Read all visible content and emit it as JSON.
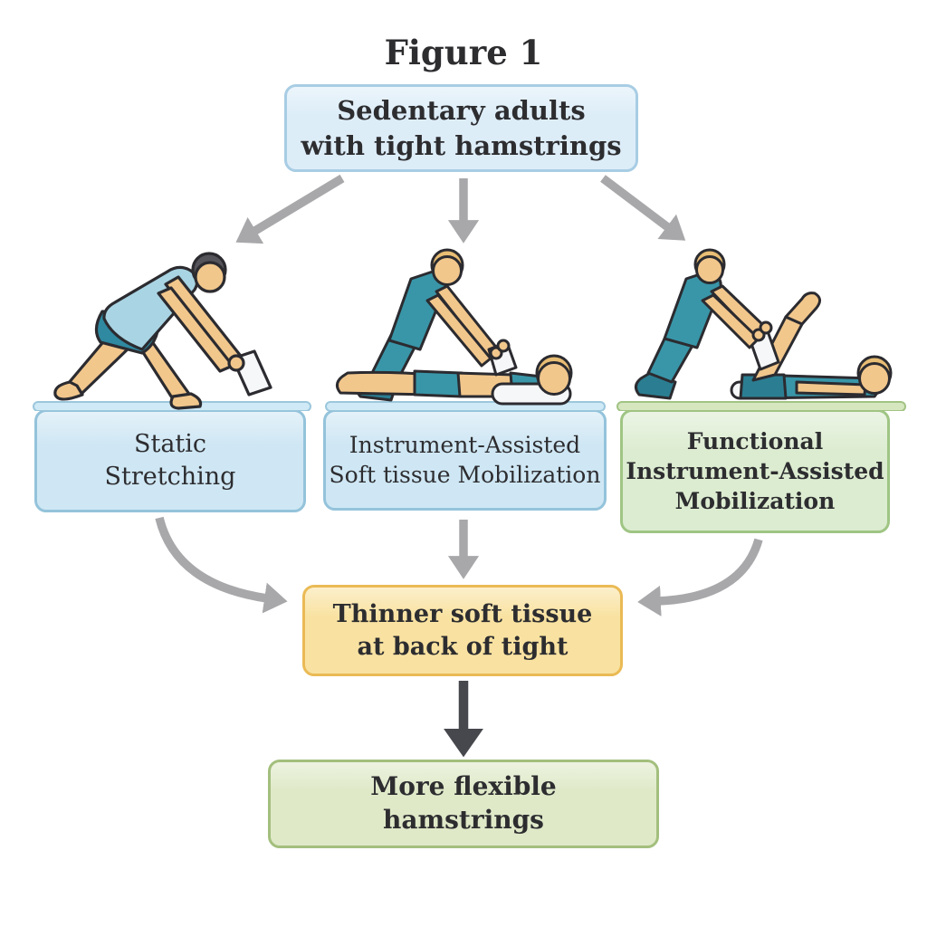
{
  "figure": {
    "title": "Figure 1",
    "text_color": "#2d2d30",
    "nodes": {
      "population": {
        "label": "Sedentary adults\nwith tight hamstrings",
        "fill": "#ddedf8",
        "border": "#a8cde4"
      },
      "static_stretching": {
        "label": "Static\nStretching",
        "fill": "#cfe7f4",
        "border": "#94c3db"
      },
      "iastm": {
        "label": "Instrument-Assisted\nSoft tissue Mobilization",
        "fill": "#cfe7f4",
        "border": "#94c3db"
      },
      "functional_iastm": {
        "label": "Functional\nInstrument-Assisted\nMobilization",
        "fill": "#dcecd0",
        "border": "#9fc584"
      },
      "mechanism": {
        "label": "Thinner soft tissue\nat back of tight",
        "fill": "#f9e2a1",
        "border": "#eaba55"
      },
      "outcome": {
        "label": "More flexible\nhamstrings",
        "fill": "#dfe9c8",
        "border": "#a3bf7d"
      }
    },
    "arrows": {
      "branch_color": "#a8a8ab",
      "final_color": "#46484d"
    },
    "illustrations": [
      {
        "icon": "static-stretching-figure-icon",
        "depicts": "person bending forward stretching hamstrings holding a tool"
      },
      {
        "icon": "prone-iastm-figure-icon",
        "depicts": "therapist applying instrument to back of thigh of prone patient"
      },
      {
        "icon": "functional-iastm-figure-icon",
        "depicts": "therapist applying instrument to raised leg of supine patient"
      }
    ]
  }
}
